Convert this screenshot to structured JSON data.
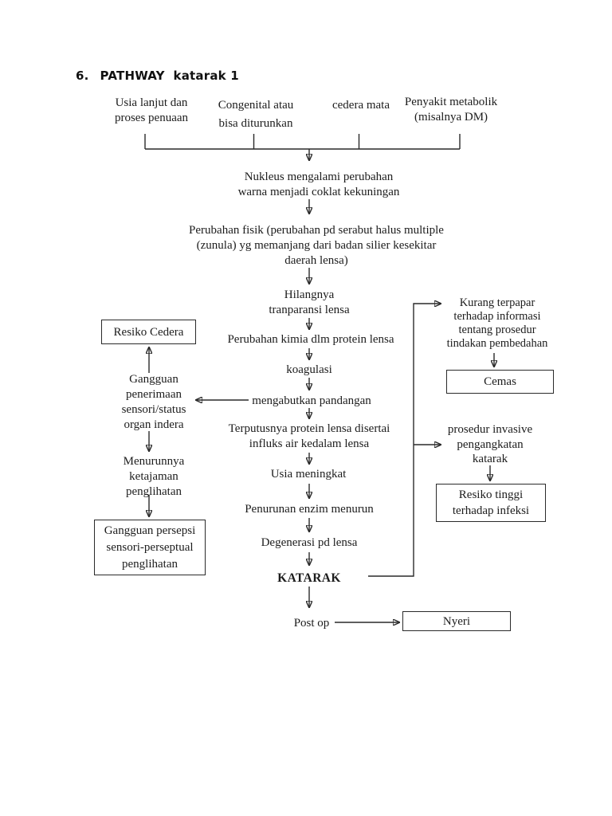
{
  "title": {
    "number": "6.",
    "text": "PATHWAY  katarak 1"
  },
  "causes": {
    "age": "Usia lanjut dan\nproses penuaan",
    "congenital": "Congenital atau\nbisa diturunkan",
    "eye_injury": "cedera mata",
    "metabolic": "Penyakit metabolik\n(misalnya DM)"
  },
  "center": {
    "nukleus": "Nukleus mengalami perubahan\nwarna menjadi coklat kekuningan",
    "perubahan_fisik": "Perubahan fisik (perubahan pd serabut halus multiple\n(zunula) yg memanjang dari badan silier kesekitar\ndaerah lensa)",
    "hilangnya": "Hilangnya\ntranparansi lensa",
    "perubahan_kimia": "Perubahan kimia dlm protein lensa",
    "koagulasi": "koagulasi",
    "mengabutkan": "mengabutkan pandangan",
    "terputusnya": "Terputusnya protein lensa disertai\ninfluks air kedalam lensa",
    "usia_meningkat": "Usia meningkat",
    "penurunan_enzim": "Penurunan enzim menurun",
    "degenerasi": "Degenerasi pd lensa",
    "katarak": "KATARAK",
    "post_op": "Post op"
  },
  "left_branch": {
    "resiko_cedera": "Resiko Cedera",
    "gangguan_penerimaan": "Gangguan\npenerimaan\nsensori/status\norgan indera",
    "menurunnya": "Menurunnya\nketajaman\npenglihatan",
    "gangguan_persepsi": "Gangguan persepsi\nsensori-perseptual\npenglihatan"
  },
  "right_branch": {
    "kurang_terpapar": "Kurang terpapar\nterhadap informasi\ntentang prosedur\ntindakan pembedahan",
    "cemas": "Cemas",
    "prosedur_invasive": "prosedur invasive\npengangkatan\nkatarak",
    "resiko_tinggi": "Resiko tinggi\nterhadap infeksi",
    "nyeri": "Nyeri"
  },
  "colors": {
    "ink": "#1c1c1c",
    "line": "#2a2a2a",
    "background": "#ffffff"
  }
}
